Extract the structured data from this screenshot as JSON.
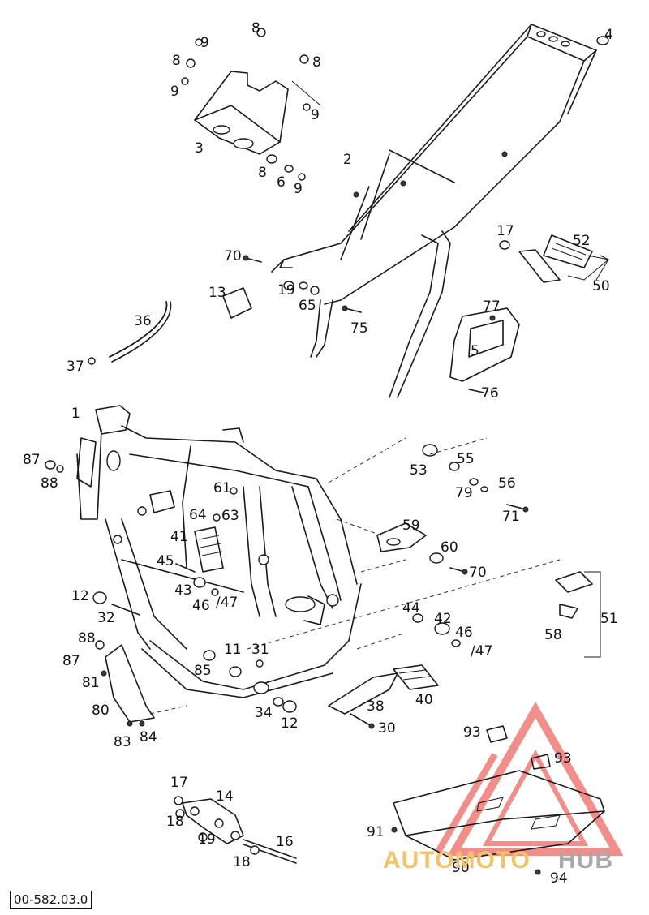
{
  "document_id": "00-582.03.0",
  "watermark": {
    "part1": "AUTOMOTO",
    "part2": "HUB",
    "color_primary": "#e8332b",
    "color_secondary": "#a9a9a9"
  },
  "callouts": {
    "c1": "1",
    "c2": "2",
    "c3": "3",
    "c4": "4",
    "c5": "5",
    "c8a": "8",
    "c8b": "8",
    "c8c": "8",
    "c8d": "8",
    "c9a": "9",
    "c9b": "9",
    "c9c": "9",
    "c9d": "9",
    "c6": "6",
    "c11": "11",
    "c12a": "12",
    "c12b": "12",
    "c13": "13",
    "c14": "14",
    "c16": "16",
    "c17a": "17",
    "c17b": "17",
    "c18a": "18",
    "c18b": "18",
    "c19a": "19",
    "c19b": "19",
    "c30": "30",
    "c31": "31",
    "c32": "32",
    "c34": "34",
    "c36": "36",
    "c37": "37",
    "c38": "38",
    "c40": "40",
    "c41": "41",
    "c42": "42",
    "c43": "43",
    "c44": "44",
    "c45": "45",
    "c46a": "46",
    "c47a": "/47",
    "c46b": "46",
    "c47b": "/47",
    "c50": "50",
    "c51": "51",
    "c52": "52",
    "c53": "53",
    "c55": "55",
    "c56": "56",
    "c58": "58",
    "c59": "59",
    "c60": "60",
    "c61": "61",
    "c63": "63",
    "c64": "64",
    "c65": "65",
    "c70a": "70",
    "c70b": "70",
    "c71": "71",
    "c75": "75",
    "c76": "76",
    "c77": "77",
    "c79": "79",
    "c80": "80",
    "c81": "81",
    "c83": "83",
    "c84": "84",
    "c85": "85",
    "c87a": "87",
    "c88a": "88",
    "c87b": "87",
    "c88b": "88",
    "c90": "90",
    "c91": "91",
    "c93a": "93",
    "c93b": "93",
    "c94": "94"
  }
}
